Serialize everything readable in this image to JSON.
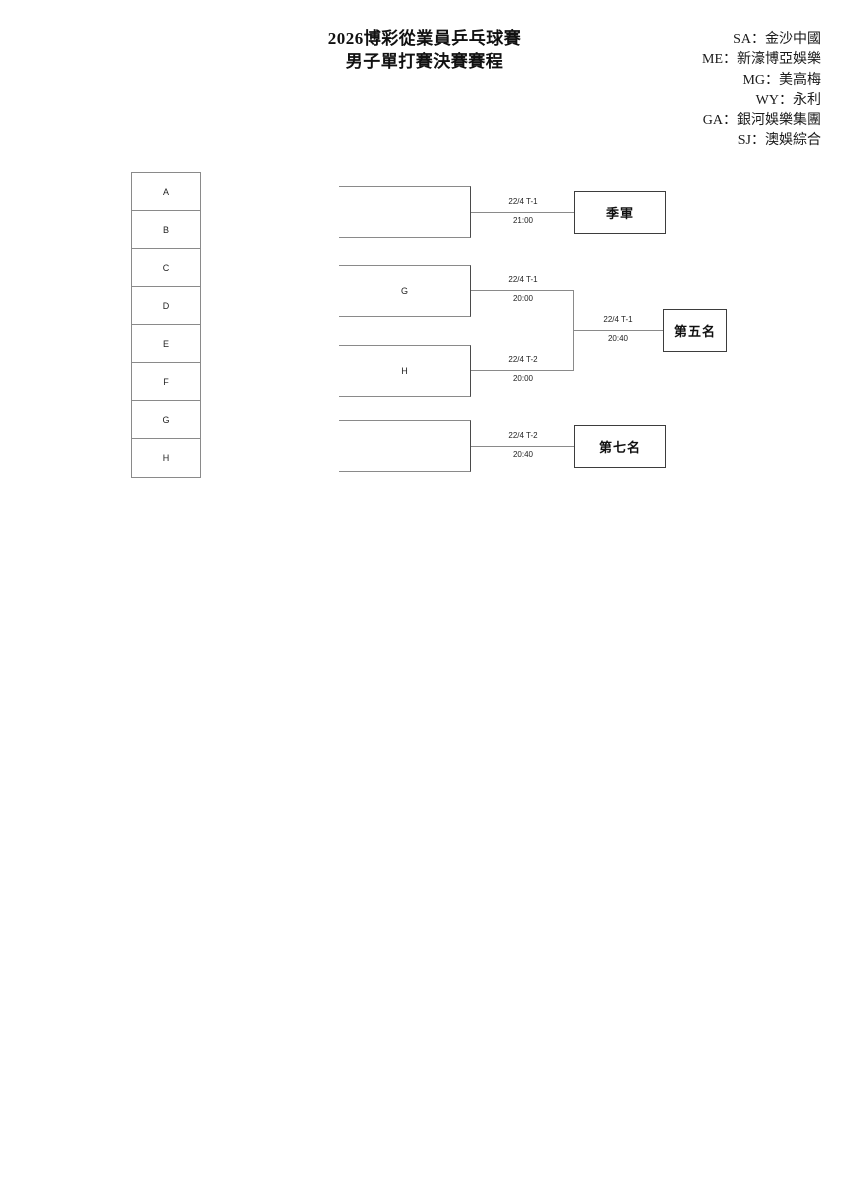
{
  "title": {
    "line1": "2026博彩從業員乒乓球賽",
    "line2": "男子單打賽決賽賽程"
  },
  "legend": {
    "entries": [
      {
        "code": "SA",
        "name": "金沙中國",
        "text": "SA：金沙中國"
      },
      {
        "code": "ME",
        "name": "新濠博亞娛樂",
        "text": "ME：新濠博亞娛樂"
      },
      {
        "code": "MG",
        "name": "美高梅",
        "text": "MG：美高梅"
      },
      {
        "code": "WY",
        "name": "永利",
        "text": "WY：永利"
      },
      {
        "code": "GA",
        "name": "銀河娛樂集團",
        "text": "GA：銀河娛樂集團"
      },
      {
        "code": "SJ",
        "name": "澳娛綜合",
        "text": "SJ：澳娛綜合"
      }
    ]
  },
  "seed_list": {
    "items": [
      {
        "label": "A"
      },
      {
        "label": "B"
      },
      {
        "label": "C"
      },
      {
        "label": "D"
      },
      {
        "label": "E"
      },
      {
        "label": "F"
      },
      {
        "label": "G"
      },
      {
        "label": "H"
      }
    ]
  },
  "bracket": {
    "matches": [
      {
        "id": "third-place",
        "slot_label": "",
        "date_court": "22/4 T-1",
        "time": "21:00",
        "result": "季軍"
      },
      {
        "id": "semi-g",
        "slot_label": "G",
        "date_court": "22/4 T-1",
        "time": "20:00",
        "result": ""
      },
      {
        "id": "semi-h",
        "slot_label": "H",
        "date_court": "22/4 T-2",
        "time": "20:00",
        "result": ""
      },
      {
        "id": "fifth-place",
        "slot_label": "",
        "date_court": "22/4 T-1",
        "time": "20:40",
        "result": "第五名"
      },
      {
        "id": "seventh-place",
        "slot_label": "",
        "date_court": "22/4 T-2",
        "time": "20:40",
        "result": "第七名"
      }
    ]
  }
}
